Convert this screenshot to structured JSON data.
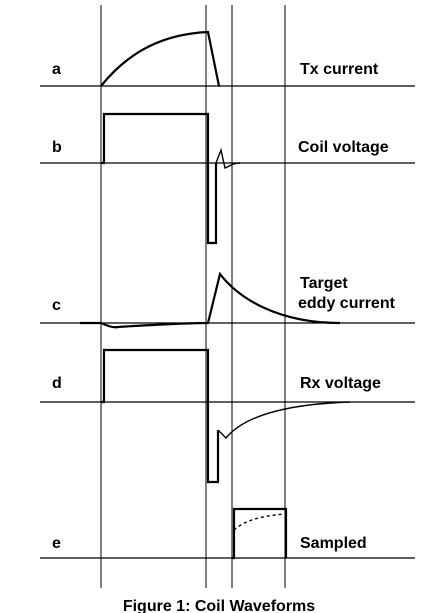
{
  "traces": [
    {
      "letter": "a",
      "name": "Tx current"
    },
    {
      "letter": "b",
      "name": "Coil voltage"
    },
    {
      "letter": "c",
      "name_line1": "Target",
      "name_line2": "eddy current"
    },
    {
      "letter": "d",
      "name": "Rx voltage"
    },
    {
      "letter": "e",
      "name": "Sampled"
    }
  ],
  "caption": "Figure 1:  Coil Waveforms"
}
